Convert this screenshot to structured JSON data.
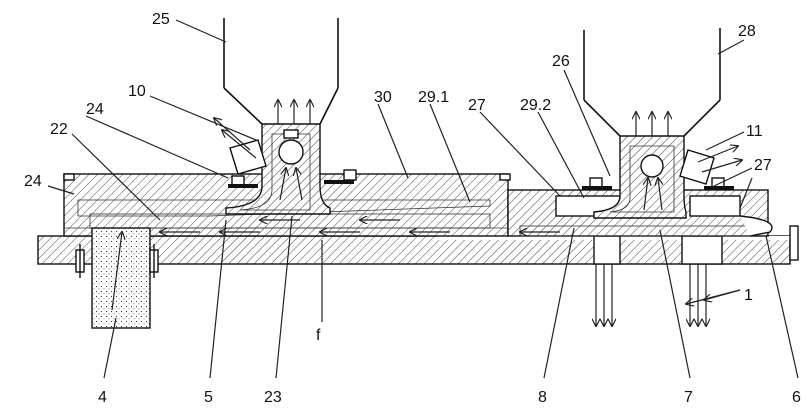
{
  "labels": {
    "n1": "1",
    "n4": "4",
    "n5": "5",
    "n6": "6",
    "n7": "7",
    "n8": "8",
    "n10": "10",
    "n11": "11",
    "n22": "22",
    "n23": "23",
    "n24a": "24",
    "n24b": "24",
    "n25": "25",
    "n26": "26",
    "n27a": "27",
    "n27b": "27",
    "n28": "28",
    "n29_1": "29.1",
    "n29_2": "29.2",
    "n30": "30",
    "f": "f"
  },
  "colors": {
    "line": "#222222",
    "background": "#ffffff"
  }
}
